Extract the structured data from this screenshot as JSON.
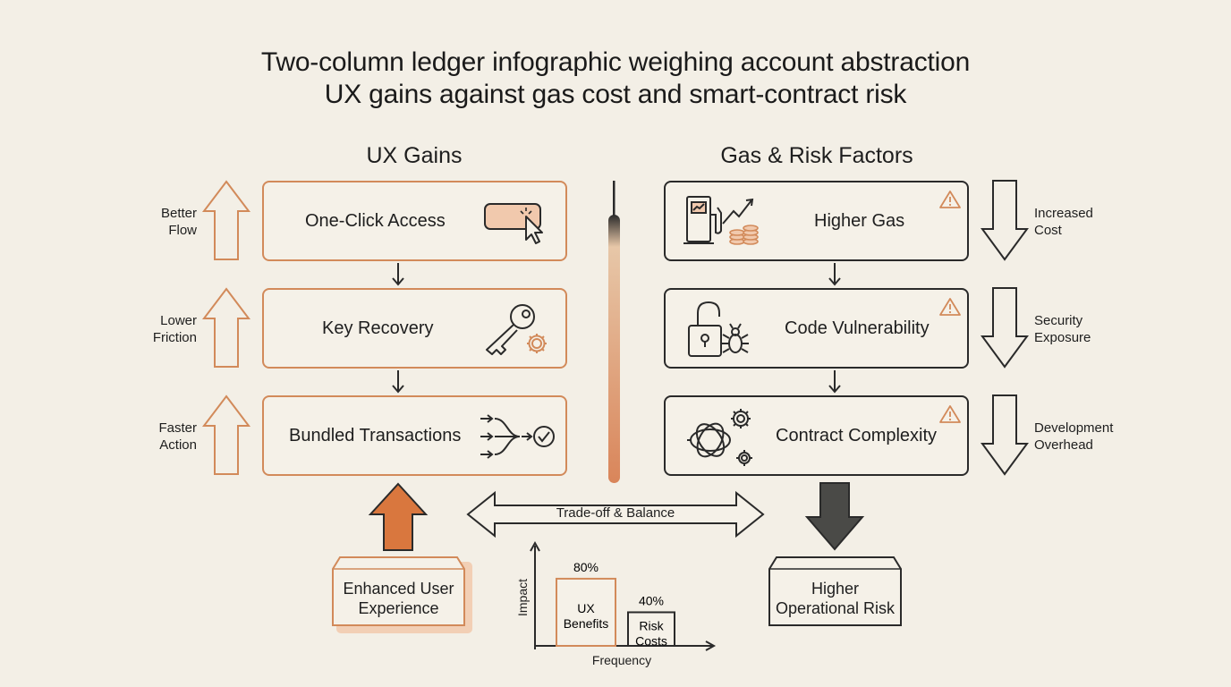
{
  "title": {
    "line1": "Two-column ledger infographic weighing account abstraction",
    "line2": "UX gains against gas cost and smart-contract risk"
  },
  "left_column": {
    "heading": "UX Gains",
    "items": [
      {
        "label": "One-Click Access",
        "side": "Better\nFlow",
        "icon": "click-button-icon"
      },
      {
        "label": "Key Recovery",
        "side": "Lower\nFriction",
        "icon": "key-gear-icon"
      },
      {
        "label": "Bundled Transactions",
        "side": "Faster\nAction",
        "icon": "bundle-check-icon"
      }
    ],
    "outcome": "Enhanced User\nExperience"
  },
  "right_column": {
    "heading": "Gas & Risk Factors",
    "items": [
      {
        "label": "Higher Gas",
        "side": "Increased\nCost",
        "icon": "gas-pump-coins-icon"
      },
      {
        "label": "Code Vulnerability",
        "side": "Security\nExposure",
        "icon": "unlocked-bug-icon"
      },
      {
        "label": "Contract Complexity",
        "side": "Development\nOverhead",
        "icon": "tangle-gears-icon"
      }
    ],
    "outcome": "Higher\nOperational Risk"
  },
  "tradeoff_label": "Trade-off & Balance",
  "colors": {
    "background": "#f3efe6",
    "gain_accent": "#d28a5a",
    "gain_fill": "#d9773e",
    "risk_stroke": "#2a2a2a",
    "risk_fill": "#4a4a47"
  },
  "chart_data": {
    "type": "bar",
    "categories": [
      "UX\nBenefits",
      "Risk\nCosts"
    ],
    "values": [
      80,
      40
    ],
    "value_labels": [
      "80%",
      "40%"
    ],
    "xlabel": "Frequency",
    "ylabel": "Impact",
    "ylim": [
      0,
      100
    ]
  }
}
